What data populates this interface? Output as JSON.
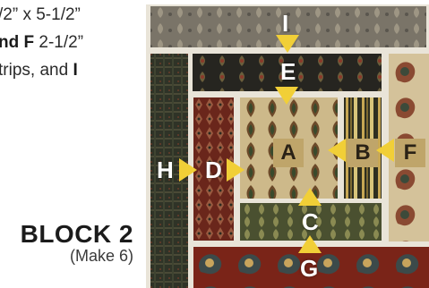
{
  "instructions": {
    "line1": "/2” x 5-1/2”",
    "line2_bold": "nd F",
    "line2_rest": " 2-1/2”",
    "line3_text": "trips, and ",
    "line3_bold": "I"
  },
  "block": {
    "title": "BLOCK 2",
    "subtitle": "(Make 6)"
  },
  "labels": {
    "I": "I",
    "E": "E",
    "A": "A",
    "B": "B",
    "F": "F",
    "H": "H",
    "D": "D",
    "C": "C",
    "G": "G"
  },
  "colors": {
    "arrow": "#f1cf37",
    "badge": "#bfa56a",
    "fabric_red": "#7a2a1e",
    "fabric_dark": "#2e2a22",
    "fabric_green": "#3a3f2a",
    "fabric_cream": "#d8c89e"
  }
}
